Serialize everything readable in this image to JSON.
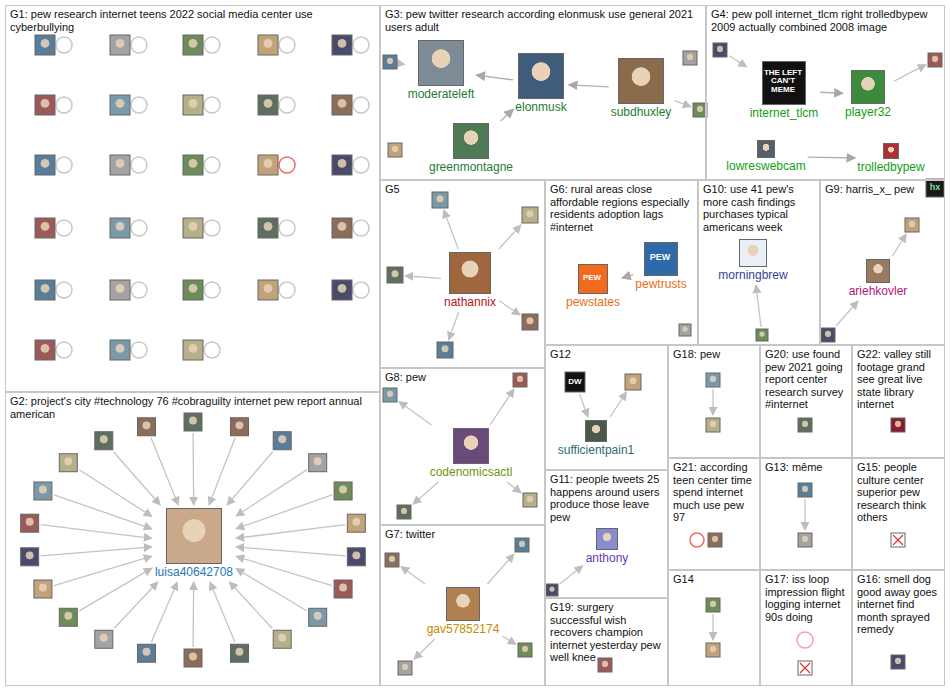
{
  "diagram": {
    "nodes": [
      {
        "text": [
          "G1: pew research internet teens 2022 social media center use cyberbullying"
        ]
      },
      {
        "text": [
          "G3: pew twitter research according elonmusk use general 2021 users adult"
        ]
      },
      {
        "text": [
          "moderateleft"
        ],
        "in": 1
      },
      {
        "text": [
          "elonmusk"
        ],
        "in": 1
      },
      {
        "text": [
          "subdhuxley"
        ],
        "in": 1
      },
      {
        "text": [
          "greenmontagne"
        ],
        "in": 1
      },
      {
        "text": [
          "G4: pew poll internet_tlcm right trolledbypew 2009 actually combined 2008 image"
        ]
      },
      {
        "text": [
          "internet_tlcm"
        ],
        "in": 6
      },
      {
        "text": [
          "player32"
        ],
        "in": 6
      },
      {
        "text": [
          "lowreswebcam"
        ],
        "in": 6
      },
      {
        "text": [
          "trolledbypew"
        ],
        "in": 6
      },
      {
        "text": [
          "G5"
        ]
      },
      {
        "text": [
          "nathannix"
        ],
        "in": 11
      },
      {
        "text": [
          "G6: rural areas close affordable regions especially residents adoption lags #internet"
        ]
      },
      {
        "text": [
          "pewstates"
        ],
        "in": 13
      },
      {
        "text": [
          "pewtrusts"
        ],
        "in": 13
      },
      {
        "text": [
          "G10: use 41 pew's more cash findings purchases typical americans week"
        ]
      },
      {
        "text": [
          "morningbrew"
        ],
        "in": 16
      },
      {
        "text": [
          "G9: harris_x_ pew"
        ]
      },
      {
        "text": [
          "ariehkovler"
        ],
        "in": 18
      },
      {
        "text": [
          "G2: project's city #technology 76 #cobraguilty internet pew report annual american"
        ]
      },
      {
        "text": [
          "luisa40642708"
        ],
        "in": 20
      },
      {
        "text": [
          "G8: pew"
        ]
      },
      {
        "text": [
          "codenomicsactl"
        ],
        "in": 22
      },
      {
        "text": [
          "G12"
        ]
      },
      {
        "text": [
          "sufficientpain1"
        ],
        "in": 24
      },
      {
        "text": [
          "G18: pew"
        ]
      },
      {
        "text": [
          "G20: use found pew 2021 going report center research survey #internet"
        ]
      },
      {
        "text": [
          "G22: valley still footage grand see great live state library internet"
        ]
      },
      {
        "text": [
          "G11: people tweets 25 happens around users produce those leave pew"
        ]
      },
      {
        "text": [
          "anthony"
        ],
        "in": 29
      },
      {
        "text": [
          "G7: twitter"
        ]
      },
      {
        "text": [
          "gav57852174"
        ],
        "in": 31
      },
      {
        "text": [
          "G21: according teen center time spend internet much use pew 97"
        ]
      },
      {
        "text": [
          "G13: même"
        ]
      },
      {
        "text": [
          "G15: people culture center superior pew research think others"
        ]
      },
      {
        "text": [
          "G19: surgery successful wish recovers champion internet yesterday pew well knee"
        ]
      },
      {
        "text": [
          "G14"
        ]
      },
      {
        "text": [
          "G17: iss loop impression flight logging internet 90s doing"
        ]
      },
      {
        "text": [
          "G16: smell dog good away goes internet find month sprayed remedy"
        ]
      }
    ],
    "edges": [
      {
        "from": 4,
        "to": 3,
        "arrow": "to"
      },
      {
        "from": 5,
        "to": 3,
        "arrow": "to"
      },
      {
        "from": 3,
        "to": 2,
        "arrow": "to"
      },
      {
        "from": 7,
        "to": 8,
        "arrow": "to"
      },
      {
        "from": 9,
        "to": 10,
        "arrow": "to"
      },
      {
        "from": 15,
        "to": 14,
        "arrow": "to"
      }
    ],
    "labels": [
      "THE LEFT CAN'T MEME",
      "PEW",
      "PEW",
      "DW",
      "hx"
    ]
  }
}
